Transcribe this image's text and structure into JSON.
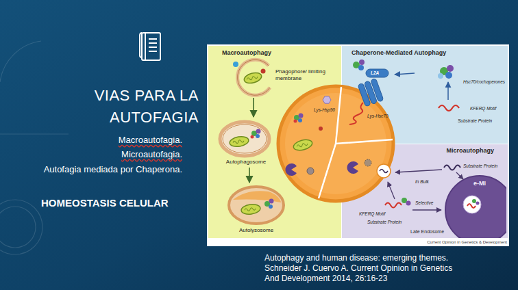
{
  "diagram": {
    "title": "VIAS PARA LA AUTOFAGIA",
    "caption": "Autophagy and human disease: emerging themes. Schneider J. Cuervo A. Current Opinion in Genetics And Development 2014, 26:16-23",
    "nodes": [
      {
        "text": [
          "Macroautophagy"
        ]
      },
      {
        "text": [
          "Phagophore/ limiting membrane"
        ],
        "in": 0
      },
      {
        "text": [
          "Autophagosome"
        ],
        "in": 0
      },
      {
        "text": [
          "Autolysosome"
        ],
        "in": 0
      },
      {
        "text": [
          "Chaperone-Mediated Autophagy"
        ]
      },
      {
        "text": [
          "Microautophagy"
        ]
      },
      {
        "text": [
          "e-MI",
          "Late Endosome"
        ],
        "in": 5
      }
    ],
    "edges": [
      {
        "from": 1,
        "to": 2,
        "arrow": "to"
      },
      {
        "from": 2,
        "to": 3,
        "arrow": "to"
      }
    ],
    "labels": [
      "Macroautofagia.",
      "Microautofagia.",
      "Autofagia mediada por Chaperona.",
      "HOMEOSTASIS CELULAR",
      "Hsc70/cochaperones",
      "KFERQ Motif",
      "Substrate Protein",
      "Lys-Hsp90",
      "L2A",
      "Lys-Hsc70",
      "Substrate Protein",
      "In Bulk",
      "Selective",
      "KFERQ Motif",
      "Substrate Protein",
      "Current Opinion in Genetics & Development"
    ]
  }
}
